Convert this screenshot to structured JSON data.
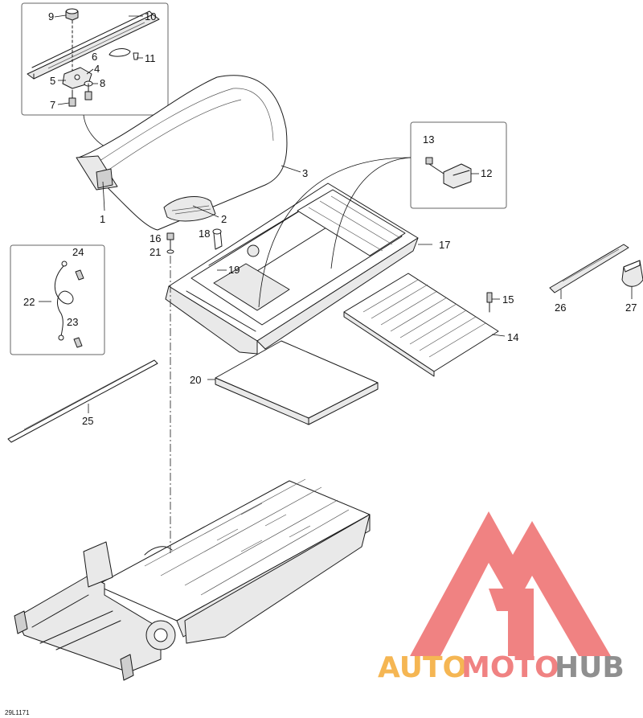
{
  "diagram": {
    "figure_code": "29L1171",
    "callouts": [
      "1",
      "2",
      "3",
      "4",
      "5",
      "6",
      "7",
      "8",
      "9",
      "10",
      "11",
      "12",
      "13",
      "14",
      "15",
      "16",
      "17",
      "18",
      "19",
      "20",
      "21",
      "22",
      "23",
      "24",
      "25",
      "26",
      "27"
    ]
  },
  "watermark": {
    "part1": "AUTO",
    "part2": "MOTO",
    "part3": "HUB",
    "color_orange": "#f5b34a",
    "color_red": "#f07c7c",
    "color_gray": "#8a8a8a"
  }
}
